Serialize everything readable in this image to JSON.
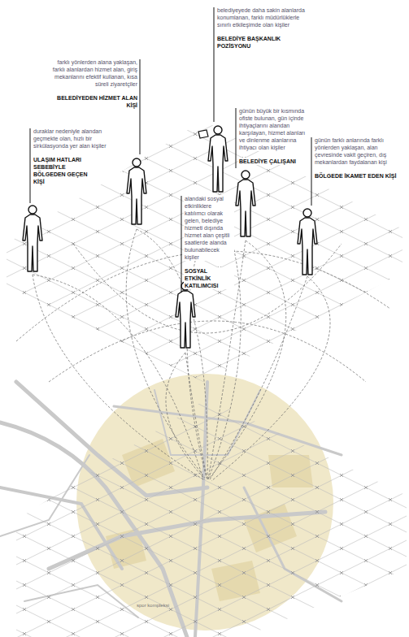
{
  "diagram": {
    "labels": [
      "belediyeyede daha sakin alanlarda konumlanan, farklı müdürlüklerle sınırlı etkileşimde olan kişiler",
      "BELEDİYE BAŞKANLIK POZİSYONU",
      "farklı yönlerden alana yaklaşan, farklı alanlardan hizmet alan, giriş mekanlarını efektif kullanan, kısa süreli ziyaretçiler",
      "BELEDİYEDEN HİZMET ALAN KİŞİ",
      "günün büyük bir kısmında ofiste bulunan, gün içinde ihtiyaçlarını alandan karşılayan, hizmet alanları ve dinlenme alanlarına ihtiyacı olan kişiler",
      "BELEDİYE ÇALIŞANI",
      "duraklar nedeniyle alandan geçmekte olan, hızlı bir sirkülasyonda yer alan kişiler",
      "ULAŞIM HATLARI SEBEBİYLE BÖLGEDEN GEÇEN KİŞİ",
      "alandaki sosyal etkinliklere katılımcı olarak gelen, belediye hizmeti dışında hizmet alan çeşitli saatlerde alanda bulunabilecek kişiler",
      "SOSYAL ETKİNLİK KATILIMCISI",
      "günün farklı anlarında farklı yönlerden yaklaşan, alan çevresinde vakit geçiren, dış mekanlardan faydalanan kişi",
      "BÖLGEDE İKAMET EDEN KİŞİ",
      "spor kompleksi"
    ]
  }
}
